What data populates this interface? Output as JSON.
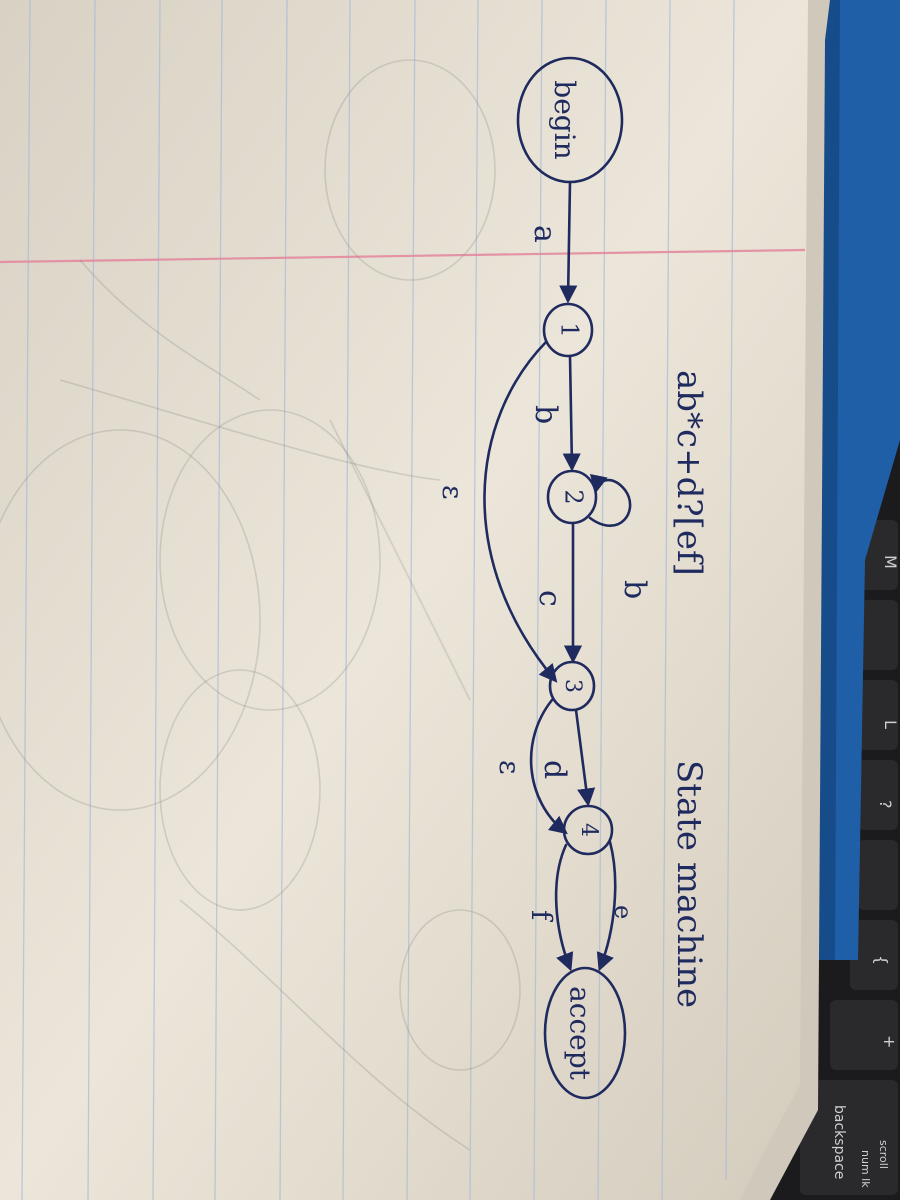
{
  "diagram": {
    "title": "State machine",
    "expression": "ab*c+d?[ef]",
    "states": {
      "begin": "begin",
      "s1": "1",
      "s2": "2",
      "s3": "3",
      "s4": "4",
      "accept": "accept"
    },
    "transitions": {
      "begin_to_1": "a",
      "s1_to_2": "b",
      "s2_loop": "b",
      "s2_to_3": "c",
      "s1_to_3_epsilon": "ε",
      "s3_to_4": "d",
      "s3_to_4_epsilon": "ε",
      "s4_to_accept_e": "e",
      "s4_to_accept_f": "f"
    }
  },
  "colors": {
    "ink": "#1f2a5e",
    "paper": "#ebe4d6",
    "rule_line": "#a9bdd6",
    "margin_line": "#e48aa0",
    "folder": "#1f5fa8",
    "keyboard": "#1b1b1d"
  },
  "keyboard_keys": [
    "M",
    "L",
    "?",
    "{",
    "+",
    "backspace",
    "num lk",
    "scroll"
  ]
}
